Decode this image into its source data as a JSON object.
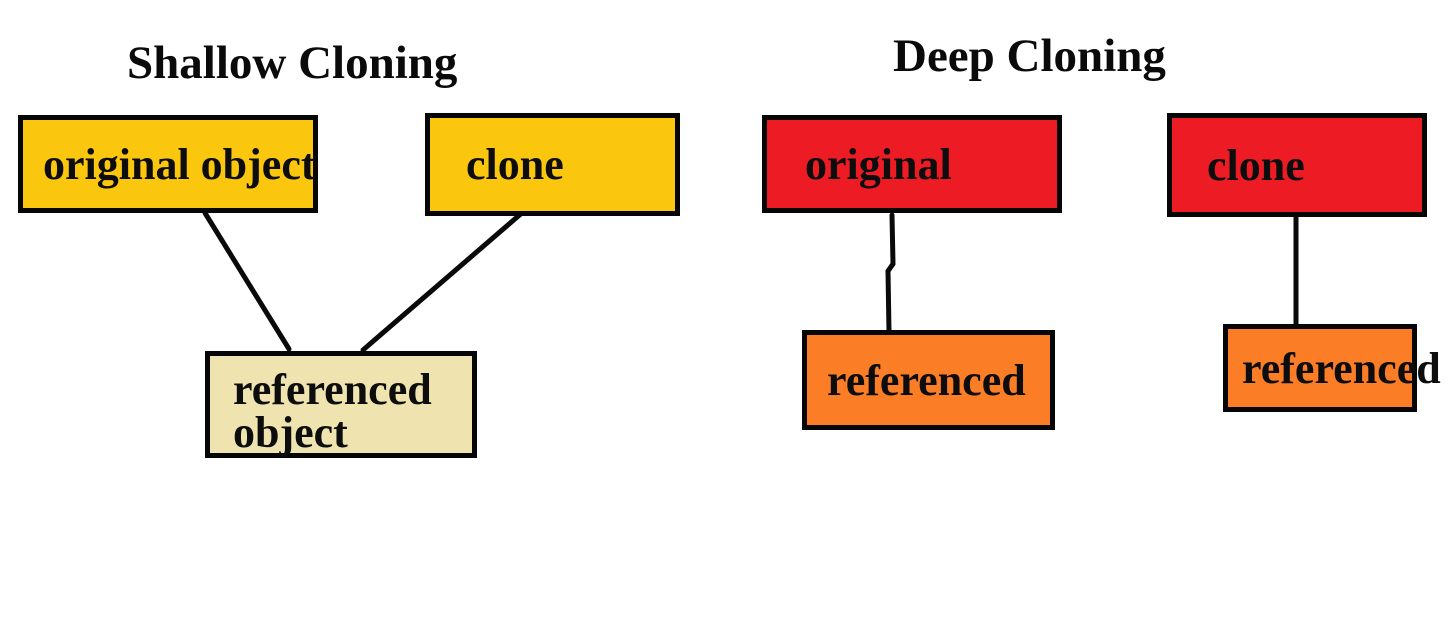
{
  "diagram": {
    "background": "#ffffff",
    "edge_color": "#0a0a0a",
    "shallow": {
      "title": "Shallow Cloning",
      "original_label": "original object",
      "clone_label": "clone",
      "referenced_line1": "referenced",
      "referenced_line2": "object",
      "node_fill": "#fac70e",
      "referenced_fill": "#efe4b0",
      "edges": [
        "original object -> referenced object",
        "clone -> referenced object"
      ]
    },
    "deep": {
      "title": "Deep Cloning",
      "original_label": "original",
      "clone_label": "clone",
      "referenced1_label": "referenced",
      "referenced2_label": "referenced",
      "node_fill": "#ed1c24",
      "referenced_fill": "#fb7e27",
      "edges": [
        "original -> referenced",
        "clone -> referenced"
      ]
    }
  }
}
